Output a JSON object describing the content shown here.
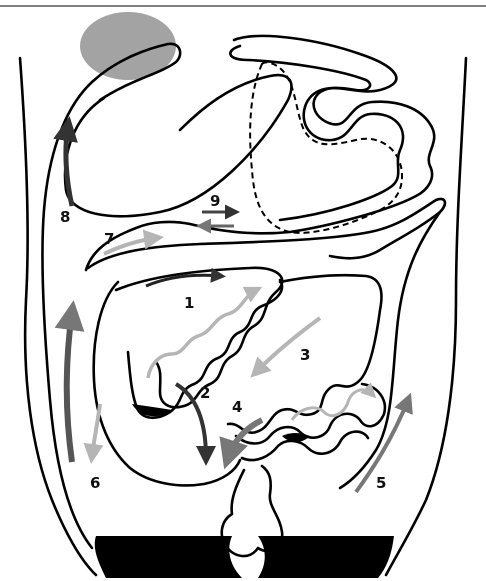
{
  "labels": {
    "n1": "1",
    "n2": "2",
    "n3": "3",
    "n4": "4",
    "n5": "5",
    "n6": "6",
    "n7": "7",
    "n8": "8",
    "n9": "9"
  },
  "colors": {
    "line": "#000000",
    "dark_arrow": "#333333",
    "mid_arrow": "#777777",
    "light_arrow": "#b5b5b5",
    "blob": "#a3a3a3",
    "pool": "#000000"
  }
}
